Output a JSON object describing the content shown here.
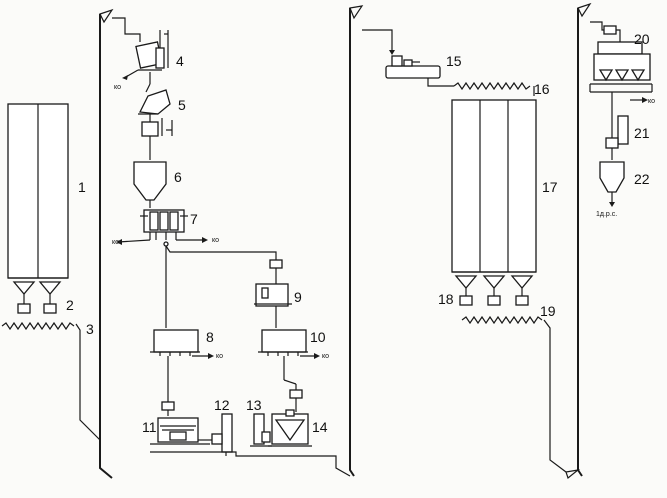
{
  "labels": {
    "n1": "1",
    "n2": "2",
    "n3": "3",
    "n4": "4",
    "n5": "5",
    "n6": "6",
    "n7": "7",
    "n8": "8",
    "n9": "9",
    "n10": "10",
    "n11": "11",
    "n12": "12",
    "n13": "13",
    "n14": "14",
    "n15": "15",
    "n16": "16",
    "n17": "17",
    "n18": "18",
    "n19": "19",
    "n20": "20",
    "n21": "21",
    "n22": "22"
  },
  "outlets": {
    "ko4": "ко",
    "ko7_left": "ко",
    "ko7_right": "ко",
    "ko8": "ко",
    "ko10": "ко",
    "ko20": "ко",
    "product22": "1д.р.с."
  }
}
